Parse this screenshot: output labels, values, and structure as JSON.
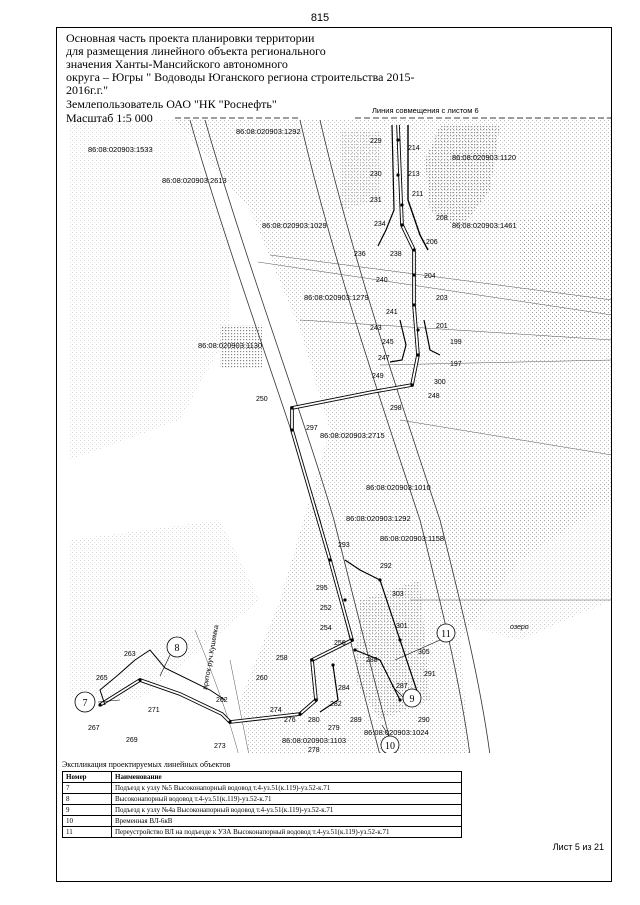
{
  "page_number": "815",
  "title_lines": [
    "Основная часть проекта планировки территории",
    "для размещения линейного объекта регионального",
    "значения Ханты-Мансийского автономного",
    "округа – Югры \" Водоводы Юганского региона строительства 2015-",
    "2016г.г.\""
  ],
  "land_user": "Землепользователь ОАО \"НК \"Роснефть\"",
  "scale": "Масштаб 1:5 000",
  "match_line": "Линия совмещения с листом 6",
  "lake_label": "озеро",
  "stream_label": "приток руч.Кушемка",
  "parcels": [
    "86:08:020903:1292",
    "86:08:020903:1533",
    "86:08:020903:1120",
    "86:08:020903:2613",
    "86:08:020903:1029",
    "86:08:020903:1461",
    "86:08:020903:1279",
    "86:08:020903:1130",
    "86:08:020903:2715",
    "86:08:020903:1010",
    "86:08:020903:1292",
    "86:08:020903:1158",
    "86:08:020903:1103",
    "86:08:020903:1024"
  ],
  "points": [
    "229",
    "214",
    "230",
    "213",
    "231",
    "211",
    "234",
    "208",
    "206",
    "236",
    "238",
    "240",
    "204",
    "203",
    "241",
    "201",
    "243",
    "245",
    "199",
    "247",
    "197",
    "249",
    "300",
    "248",
    "250",
    "298",
    "297",
    "293",
    "292",
    "295",
    "303",
    "252",
    "254",
    "301",
    "256",
    "11",
    "305",
    "263",
    "258",
    "260",
    "288",
    "291",
    "265",
    "271",
    "284",
    "282",
    "274",
    "276",
    "287",
    "280",
    "290",
    "267",
    "269",
    "262",
    "273",
    "279",
    "289",
    "278"
  ],
  "object_markers": [
    "7",
    "8",
    "9",
    "10",
    "11"
  ],
  "legend": {
    "title": "Экспликация проектируемых линейных объектов",
    "headers": [
      "Номер",
      "Наименование"
    ],
    "rows": [
      {
        "num": "7",
        "name": "Подъезд к узлу №5 Высоконапорный водовод т.4-уз.51(к.119)-уз.52-к.71"
      },
      {
        "num": "8",
        "name": "Высоконапорный водовод т.4-уз.51(к.119)-уз.52-к.71"
      },
      {
        "num": "9",
        "name": "Подъезд к узлу №4а Высоконапорный водовод т.4-уз.51(к.119)-уз.52-к.71"
      },
      {
        "num": "10",
        "name": "Временная ВЛ-6кВ"
      },
      {
        "num": "11",
        "name": "Переустройство ВЛ на подъезде к УЗА Высоконапорный водовод т.4-уз.51(к.119)-уз.52-к.71"
      }
    ]
  },
  "sheet": "Лист 5 из 21",
  "colors": {
    "line": "#000000",
    "hatch": "#9a9a9a",
    "paper": "#ffffff"
  }
}
